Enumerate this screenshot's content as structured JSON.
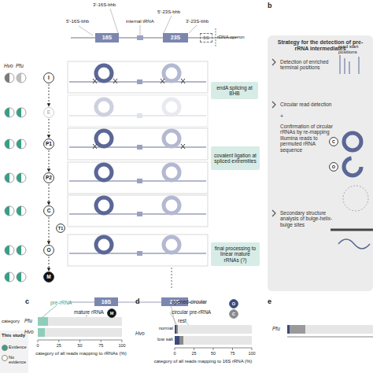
{
  "diagram": {
    "nodes": [
      {
        "text": [
          "I"
        ]
      },
      {
        "text": [
          "E"
        ]
      },
      {
        "text": [
          "P1"
        ]
      },
      {
        "text": [
          "P2"
        ]
      },
      {
        "text": [
          "C"
        ]
      },
      {
        "text": [
          "T1"
        ]
      },
      {
        "text": [
          "O"
        ]
      },
      {
        "text": [
          "M"
        ]
      },
      {
        "text": [
          "endA splicing at BHB"
        ]
      },
      {
        "text": [
          "covalent ligation at spliced extremities"
        ]
      },
      {
        "text": [
          "final processing to linear mature rRNAs (?)"
        ]
      },
      {
        "text": [
          "16S"
        ]
      },
      {
        "text": [
          "23S"
        ]
      },
      {
        "text": [
          "5S"
        ]
      },
      {
        "text": [
          "16S"
        ]
      },
      {
        "text": [
          "23S"
        ]
      },
      {
        "text": [
          "Strategy for the detection of pre-rRNA intermediates",
          "Detection of enriched terminal positions",
          "Circular read detection",
          "+",
          "Confirmation of circular rRNAs by re-mapping Illumina reads to permuted rRNA sequence",
          "Secondary structure analysis of bulge-helix-bulge sites"
        ]
      },
      {
        "text": [
          "C"
        ],
        "in": 16
      },
      {
        "text": [
          "O"
        ],
        "in": 16
      },
      {
        "text": [
          "M"
        ]
      },
      {
        "text": [
          "O"
        ]
      },
      {
        "text": [
          "C"
        ]
      }
    ],
    "edges": [
      {
        "from": 0,
        "to": 1,
        "arrow": "to"
      },
      {
        "from": 1,
        "to": 2,
        "arrow": "to"
      },
      {
        "from": 2,
        "to": 3,
        "arrow": "to"
      },
      {
        "from": 3,
        "to": 4,
        "arrow": "to"
      },
      {
        "from": 4,
        "to": 6,
        "arrow": "to"
      },
      {
        "from": 6,
        "to": 7,
        "arrow": "to"
      }
    ],
    "labels": [
      "5'-16S-bhb",
      "3'-16S-bhb",
      "internal tRNA",
      "5'-23S-bhb",
      "3'-23S-bhb",
      "rDNA operon",
      "Hvo",
      "Pfu",
      "category",
      "This study",
      "b",
      "read start positions",
      "c",
      "pre-rRNA",
      "mature rRNA",
      "Pfu",
      "Hvo",
      "0",
      "25",
      "50",
      "75",
      "100",
      "category of all reads mapping to rRNAs (%)",
      "d",
      "opened-circular",
      "circular pre-rRNA",
      "rest",
      "Hvo",
      "normal",
      "low salt",
      "0",
      "25",
      "50",
      "75",
      "100",
      "category of all reads mapping to 16S rRNA (%)",
      "e",
      "Pfu"
    ],
    "legend": [
      {
        "text": "Evidence",
        "color": "#3a9e86"
      },
      {
        "text": "No evidence",
        "color": "#ffffff"
      }
    ]
  }
}
